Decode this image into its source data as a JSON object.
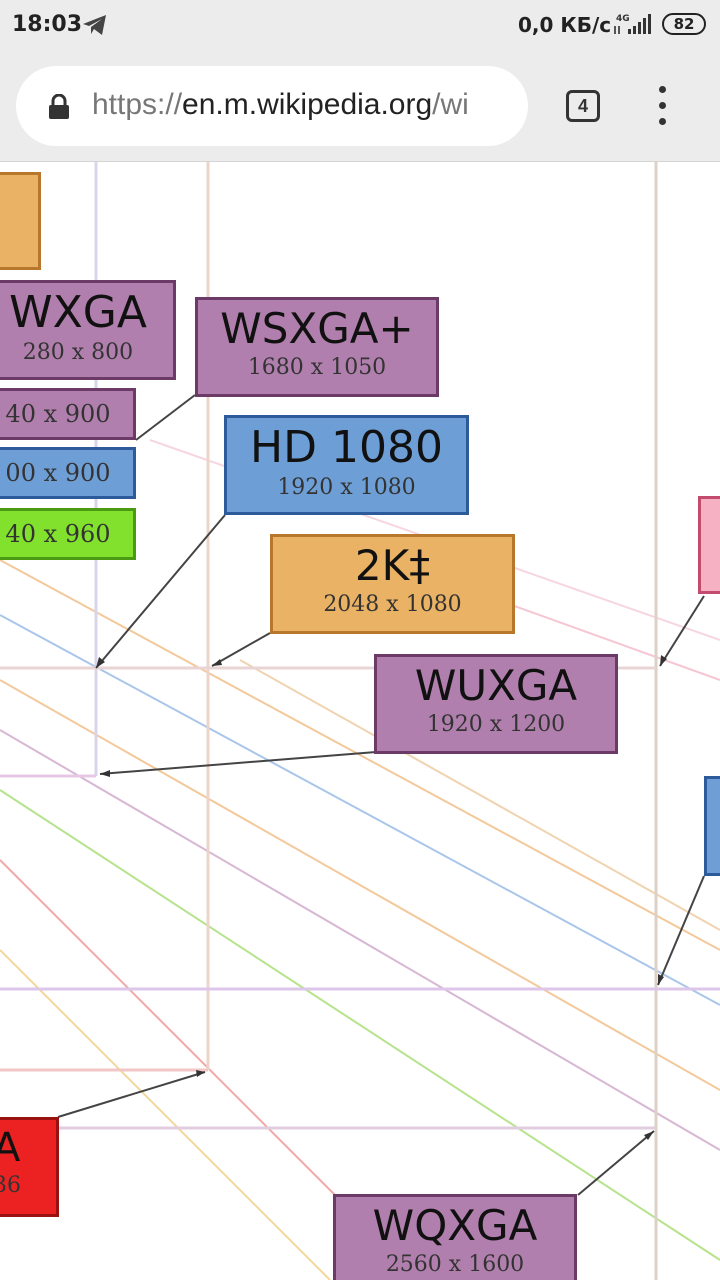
{
  "status_bar": {
    "time": "18:03",
    "network_speed": "0,0 КБ/с",
    "network_type": "4G",
    "battery": "82"
  },
  "browser": {
    "url_scheme": "https://",
    "url_host": "en.m.wikipedia.org",
    "url_path": "/wi",
    "tab_count": "4"
  },
  "diagram": {
    "boxes": [
      {
        "name": "WXGA",
        "resolution": "280 x 800"
      },
      {
        "name": "",
        "resolution": "40 x 900"
      },
      {
        "name": "",
        "resolution": "00 x 900"
      },
      {
        "name": "",
        "resolution": "40 x 960"
      },
      {
        "name": "WSXGA+",
        "resolution": "1680 x 1050"
      },
      {
        "name": "HD 1080",
        "resolution": "1920 x 1080"
      },
      {
        "name": "2K‡",
        "resolution": "2048 x 1080"
      },
      {
        "name": "WUXGA",
        "resolution": "1920 x 1200"
      },
      {
        "name": "A",
        "resolution": "36"
      },
      {
        "name": "WQXGA",
        "resolution": "2560 x 1600"
      }
    ],
    "colors": {
      "purple": "#b17fad",
      "blue": "#6d9fd6",
      "orange": "#e9b265",
      "green": "#82e12d",
      "red": "#ec2222",
      "pink": "#f6b2c3"
    }
  }
}
